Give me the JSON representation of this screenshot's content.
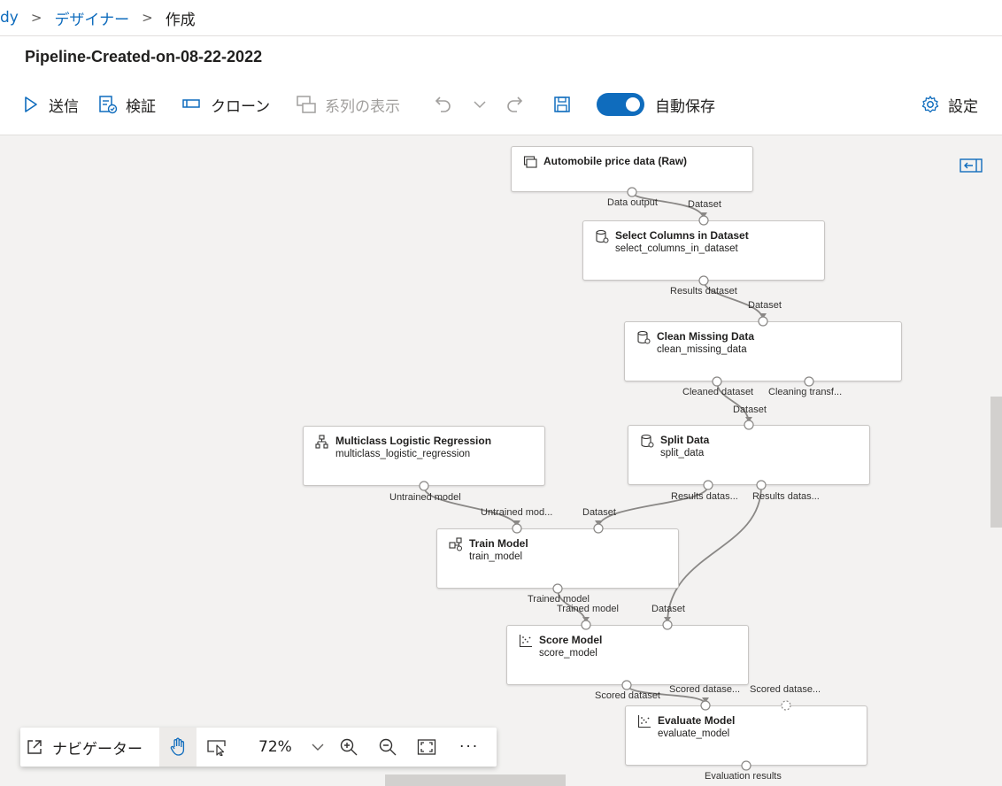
{
  "breadcrumb": {
    "parent": "dy",
    "section": "デザイナー",
    "current": "作成",
    "separator": ">"
  },
  "pipeline_title": "Pipeline-Created-on-08-22-2022",
  "toolbar": {
    "submit": "送信",
    "validate": "検証",
    "clone": "クローン",
    "show_lineage": "系列の表示",
    "autosave_label": "自動保存",
    "autosave_on": true,
    "settings": "設定"
  },
  "nodes": {
    "automobile": {
      "title": "Automobile price data (Raw)",
      "sub": ""
    },
    "select_columns": {
      "title": "Select Columns in Dataset",
      "sub": "select_columns_in_dataset"
    },
    "clean_missing": {
      "title": "Clean Missing Data",
      "sub": "clean_missing_data"
    },
    "logistic": {
      "title": "Multiclass Logistic Regression",
      "sub": "multiclass_logistic_regression"
    },
    "split": {
      "title": "Split Data",
      "sub": "split_data"
    },
    "train": {
      "title": "Train Model",
      "sub": "train_model"
    },
    "score": {
      "title": "Score Model",
      "sub": "score_model"
    },
    "evaluate": {
      "title": "Evaluate Model",
      "sub": "evaluate_model"
    }
  },
  "ports": {
    "data_output": "Data output",
    "dataset": "Dataset",
    "results_dataset": "Results dataset",
    "cleaned_dataset": "Cleaned dataset",
    "cleaning_transf": "Cleaning transf...",
    "untrained_model": "Untrained model",
    "untrained_mod": "Untrained mod...",
    "results_datas": "Results datas...",
    "trained_model": "Trained model",
    "scored_dataset": "Scored dataset",
    "scored_datase": "Scored datase...",
    "evaluation_results": "Evaluation results"
  },
  "navigator": {
    "label": "ナビゲーター",
    "zoom": "72%",
    "more": "···"
  },
  "colors": {
    "accent": "#0f6cbd",
    "canvas": "#f3f2f1",
    "edge": "#8a8886"
  }
}
